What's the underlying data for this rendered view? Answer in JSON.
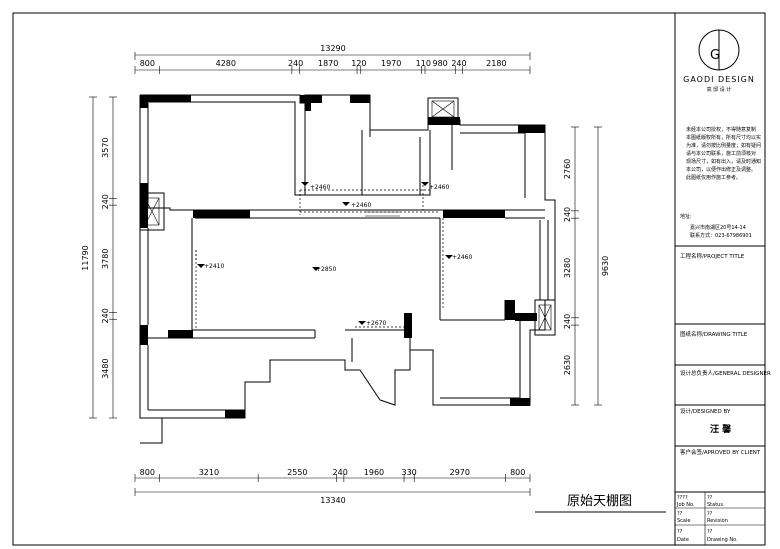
{
  "drawing_title": "原始天棚图",
  "dims_top": {
    "total": "13290",
    "segments": [
      "800",
      "4280",
      "240",
      "1870",
      "120",
      "1970",
      "110",
      "980",
      "240",
      "2180"
    ]
  },
  "dims_bottom": {
    "total": "13340",
    "segments": [
      "800",
      "3210",
      "2550",
      "240",
      "1960",
      "330",
      "2970",
      "800"
    ]
  },
  "dims_left": {
    "total": "11790",
    "segments": [
      "3570",
      "240",
      "3780",
      "240",
      "3480"
    ]
  },
  "dims_right": {
    "total": "9630",
    "segments": [
      "2760",
      "240",
      "3280",
      "240",
      "2630"
    ]
  },
  "ceiling_levels": [
    "+2460",
    "+2460",
    "+2460",
    "+2410",
    "+2850",
    "+2460",
    "+2670"
  ],
  "title_block": {
    "logo_letter": "G",
    "brand": "GAODI DESIGN",
    "brand_cn": "高 邸 设 计",
    "notes": [
      "未经本公司授权，不得随意复制",
      "本图纸版权所有，所有尺寸均以实",
      "为准，请勿按比例量度；如有疑问",
      "请与本公司联系，施工前须核对",
      "现场尺寸，如有出入，请及时通知",
      "本公司，以便作出修正及调整。",
      "此图纸仅用作施工参考。"
    ],
    "address_label": "地址:",
    "address": "嘉兴市南湖区20号14-14",
    "contact": "联系方式：023-67986901",
    "project_title_label": "工程名称/PROJECT TITLE",
    "drawing_title_label": "图纸名称/DRAWING TITLE",
    "general_designer_label": "设计总负责人/GENERAL DESIGNER",
    "designed_by_label": "设计/DESIGNED BY",
    "designer": "汪 馨",
    "approved_label": "客户会签/APROVED BY CLIENT",
    "foot": [
      [
        "????",
        "??"
      ],
      [
        "Job No.",
        "Status."
      ],
      [
        "??",
        "??"
      ],
      [
        "Scale",
        "Revision"
      ],
      [
        "??",
        "??"
      ],
      [
        "Date",
        "Drawing No."
      ]
    ]
  }
}
